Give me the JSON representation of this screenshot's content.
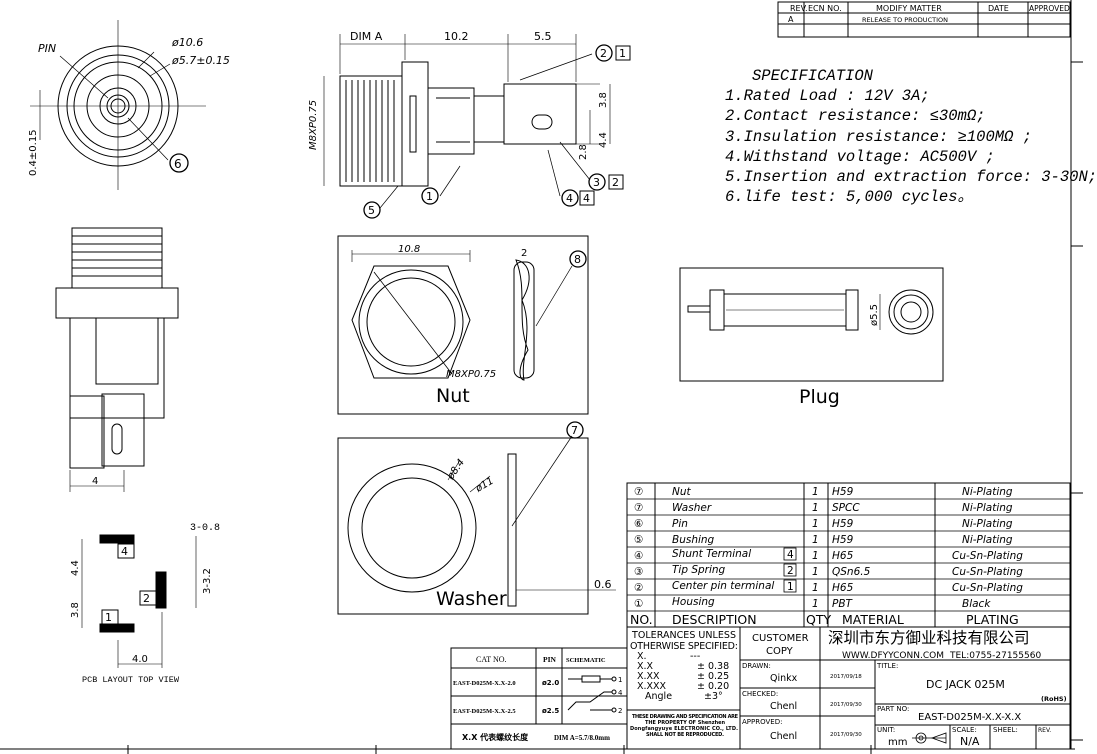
{
  "title_block": {
    "rev_header": [
      "REV.",
      "ECN NO.",
      "MODIFY MATTER",
      "DATE",
      "APPROVED"
    ],
    "rev_row": [
      "A",
      "",
      "RELEASE TO PRODUCTION",
      "",
      ""
    ],
    "tolerances_title": "TOLERANCES UNLESS OTHERWISE SPECIFIED:",
    "tol_x": "X.",
    "tol_x_val": "---",
    "tol_xx": "X.X",
    "tol_xx_val": "± 0.38",
    "tol_xxx": "X.XX",
    "tol_xxx_val": "± 0.25",
    "tol_xxxx": "X.XXX",
    "tol_xxxx_val": "± 0.20",
    "tol_angle": "Angle",
    "tol_angle_val": "±3°",
    "customer": "CUSTOMER",
    "copy": "COPY",
    "company": "深圳市东方御业科技有限公司",
    "website": "WWW.DFYYCONN.COM",
    "tel": "TEL:0755-27155560",
    "drawn_label": "DRAWN:",
    "drawn_by": "Qinkx",
    "drawn_date": "2017/09/18",
    "checked_label": "CHECKED:",
    "checked_by": "Chenl",
    "checked_date": "2017/09/30",
    "approved_label": "APPROVED:",
    "approved_by": "Chenl",
    "approved_date": "2017/09/30",
    "property_note": "THESE DRAWING AND SPECIFICATION ARE THE PROPERTY OF Shenzhen Dongfangyuye ELECTRONIC CO., LTD. SHALL NOT BE REPRODUCED.",
    "title_label": "TITLE:",
    "title": "DC JACK 025M",
    "rohs": "(RoHS)",
    "part_no_label": "PART NO:",
    "part_no": "EAST-D025M-X.X-X.X",
    "unit_label": "UNIT:",
    "unit": "mm",
    "scale_label": "SCALE:",
    "scale": "N/A",
    "sheet_label": "SHEEL:",
    "rev_label": "REV."
  },
  "specification": {
    "heading": "SPECIFICATION",
    "items": [
      "1.Rated Load : 12V  3A;",
      "2.Contact resistance: ≤30mΩ;",
      "3.Insulation resistance: ≥100MΩ ;",
      "4.Withstand voltage: AC500V ;",
      "5.Insertion and extraction force: 3-30N;",
      "6.life test: 5,000 cycles。"
    ]
  },
  "bom": {
    "header": [
      "NO.",
      "DESCRIPTION",
      "QTY",
      "MATERIAL",
      "PLATING"
    ],
    "rows": [
      {
        "no": "⑦",
        "desc": "Nut",
        "box": "",
        "qty": "1",
        "mat": "H59",
        "plating": "Ni-Plating"
      },
      {
        "no": "⑦",
        "desc": "Washer",
        "box": "",
        "qty": "1",
        "mat": "SPCC",
        "plating": "Ni-Plating"
      },
      {
        "no": "⑥",
        "desc": "Pin",
        "box": "",
        "qty": "1",
        "mat": "H59",
        "plating": "Ni-Plating"
      },
      {
        "no": "⑤",
        "desc": "Bushing",
        "box": "",
        "qty": "1",
        "mat": "H59",
        "plating": "Ni-Plating"
      },
      {
        "no": "④",
        "desc": "Shunt Terminal",
        "box": "4",
        "qty": "1",
        "mat": "H65",
        "plating": "Cu-Sn-Plating"
      },
      {
        "no": "③",
        "desc": "Tip Spring",
        "box": "2",
        "qty": "1",
        "mat": "QSn6.5",
        "plating": "Cu-Sn-Plating"
      },
      {
        "no": "②",
        "desc": "Center pin terminal",
        "box": "1",
        "qty": "1",
        "mat": "H65",
        "plating": "Cu-Sn-Plating"
      },
      {
        "no": "①",
        "desc": "Housing",
        "box": "",
        "qty": "1",
        "mat": "PBT",
        "plating": "Black"
      }
    ]
  },
  "catalog": {
    "header": [
      "CAT NO.",
      "PIN",
      "SCHEMATIC"
    ],
    "rows": [
      {
        "cat": "EAST-D025M-X.X-2.0",
        "pin": "ø2.0"
      },
      {
        "cat": "EAST-D025M-X.X-2.5",
        "pin": "ø2.5"
      }
    ],
    "footer_left": "X.X 代表螺纹长度",
    "footer_right": "DIM A=5.7/8.0mm",
    "schematic_pins": [
      "1",
      "4",
      "2"
    ]
  },
  "views": {
    "front": {
      "pin": "PIN",
      "d1": "ø10.6",
      "d2": "ø5.7±0.15",
      "offset": "0.4±0.15",
      "callout": "6"
    },
    "side": {
      "dim_a": "DIM A",
      "d102": "10.2",
      "d55": "5.5",
      "d38": "3.8",
      "d44": "4.4",
      "d28": "2.8",
      "thread": "M8XP0.75",
      "callouts": [
        "2",
        "3",
        "4",
        "5",
        "1"
      ],
      "boxes": [
        "1",
        "2",
        "4"
      ]
    },
    "bottom": {
      "dim4": "4"
    },
    "pcb": {
      "caption": "PCB LAYOUT TOP VIEW",
      "d308": "3-0.8",
      "d44": "4.4",
      "d38": "3.8",
      "d32": "3-3.2",
      "d40": "4.0",
      "pads": [
        "4",
        "2",
        "1"
      ]
    },
    "nut": {
      "caption": "Nut",
      "d108": "10.8",
      "d2": "2",
      "thread": "M8XP0.75",
      "callout": "8"
    },
    "plug": {
      "caption": "Plug",
      "dia": "ø5.5"
    },
    "washer": {
      "caption": "Washer",
      "d84": "ø8.4",
      "d11": "ø11",
      "thk": "0.6",
      "callout": "7"
    }
  }
}
